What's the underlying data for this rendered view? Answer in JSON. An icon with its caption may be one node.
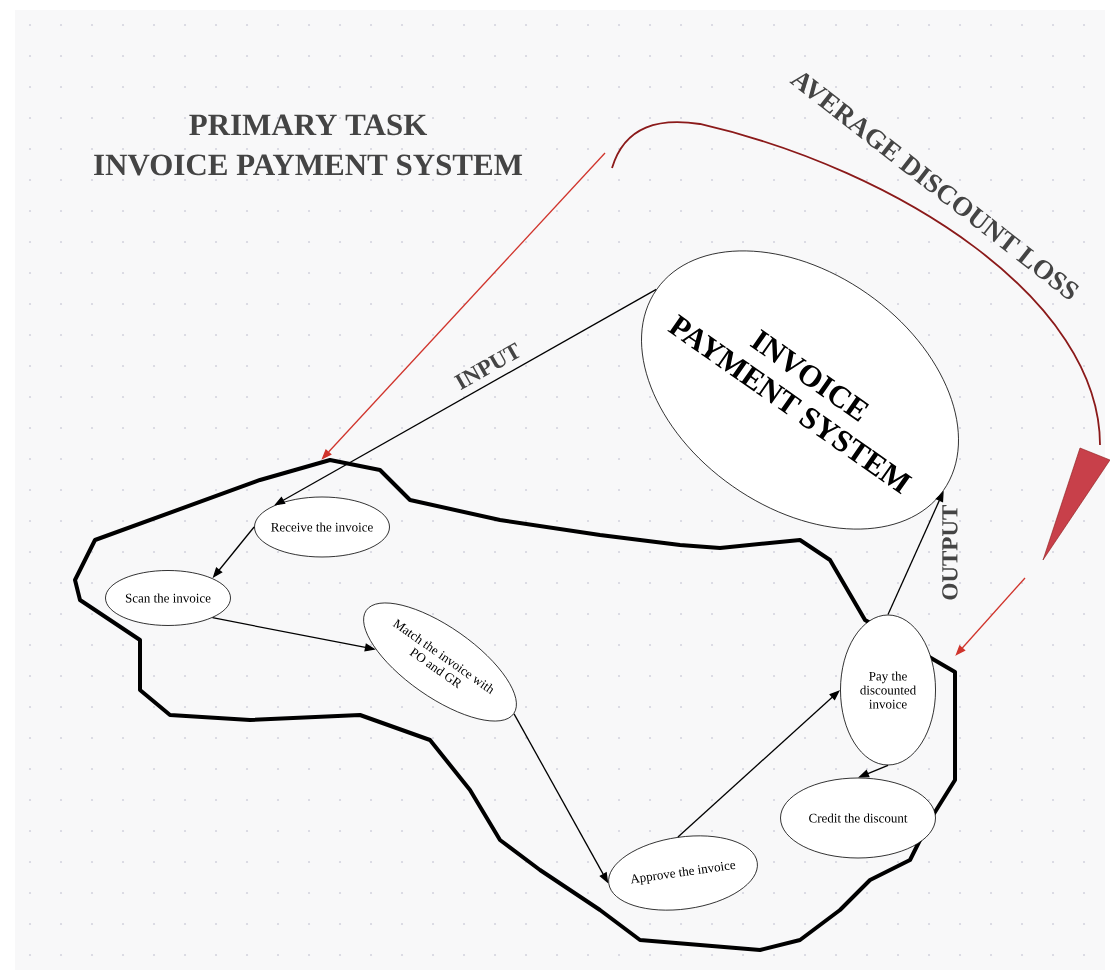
{
  "diagram": {
    "title": "PRIMARY TASK INVOICE PAYMENT SYSTEM",
    "nodes": [
      {
        "text": [
          "INVOICE PAYMENT SYSTEM"
        ]
      },
      {
        "text": [],
        "shape": "outline"
      },
      {
        "text": [
          "Receive the invoice"
        ],
        "in": 1
      },
      {
        "text": [
          "Scan the invoice"
        ],
        "in": 1
      },
      {
        "text": [
          "Match the invoice with PO and GR"
        ],
        "in": 1
      },
      {
        "text": [
          "Approve the invoice"
        ],
        "in": 1
      },
      {
        "text": [
          "Pay the discounted invoice"
        ],
        "in": 1
      },
      {
        "text": [
          "Credit the discount"
        ],
        "in": 1
      }
    ],
    "edges": [
      {
        "from": 0,
        "to": 2,
        "arrow": "to",
        "label": "INPUT"
      },
      {
        "from": 2,
        "to": 3,
        "arrow": "to"
      },
      {
        "from": 3,
        "to": 4,
        "arrow": "to"
      },
      {
        "from": 4,
        "to": 5,
        "arrow": "to"
      },
      {
        "from": 5,
        "to": 6,
        "arrow": "to"
      },
      {
        "from": 6,
        "to": 0,
        "arrow": "to",
        "label": "OUTPUT"
      },
      {
        "from": 6,
        "to": 7,
        "arrow": "to"
      },
      {
        "from": null,
        "to": 1,
        "arrow": "to",
        "color": "#d0342c"
      },
      {
        "from": null,
        "to": 1,
        "arrow": "to",
        "color": "#d0342c"
      }
    ],
    "labels": [
      "AVERAGE DISCOUNT LOSS"
    ]
  }
}
